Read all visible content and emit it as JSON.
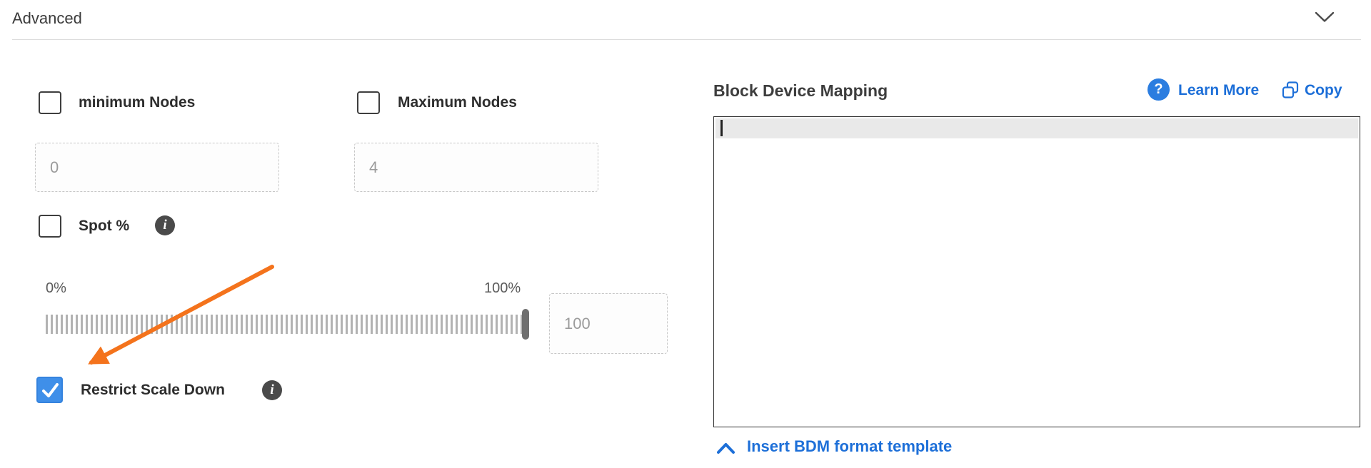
{
  "header": {
    "title": "Advanced"
  },
  "advanced": {
    "min_nodes": {
      "label": "minimum Nodes",
      "value": "0",
      "checked": false
    },
    "max_nodes": {
      "label": "Maximum Nodes",
      "value": "4",
      "checked": false
    },
    "spot": {
      "label": "Spot %",
      "checked": false
    },
    "slider": {
      "min_label": "0%",
      "max_label": "100%",
      "value": "100"
    },
    "restrict_scale_down": {
      "label": "Restrict Scale Down",
      "checked": true
    }
  },
  "bdm": {
    "title": "Block Device Mapping",
    "learn_more_label": "Learn More",
    "copy_label": "Copy",
    "editor_value": "",
    "insert_template_label": "Insert BDM format template"
  },
  "icons": {
    "header_chevron": "chevron-down-icon",
    "spot_info": "info-icon",
    "restrict_info": "info-icon",
    "help": "question-circle-icon",
    "copy": "copy-icon",
    "insert_chevron": "chevron-up-icon",
    "annotation": "orange-arrow-annotation"
  },
  "colors": {
    "link_blue": "#1d6fd8",
    "help_icon_blue": "#2b7de0",
    "checked_checkbox_blue": "#3f8fe9",
    "annotation_arrow_orange": "#f4731c",
    "info_icon_gray": "#4a4a4a"
  }
}
